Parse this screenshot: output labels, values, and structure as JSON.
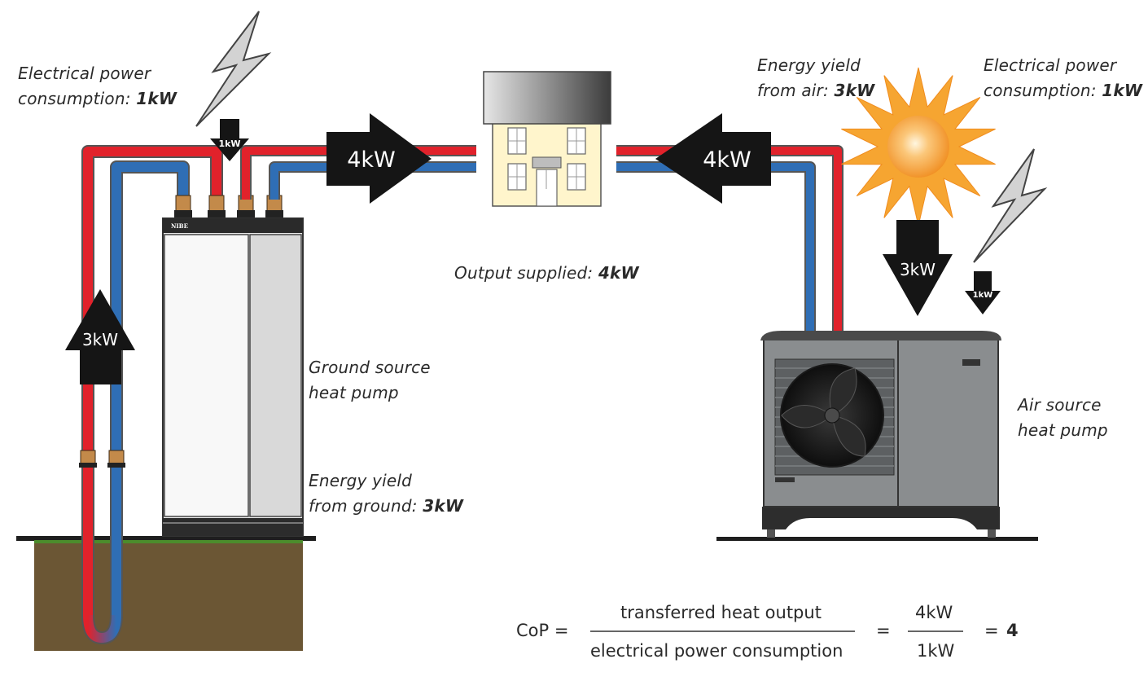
{
  "ground_pump": {
    "elec_label": "Electrical power",
    "elec_prefix": "consumption: ",
    "elec_value": "1kW",
    "small_arrow": "1kW",
    "up_arrow": "3kW",
    "big_arrow": "4kW",
    "brand": "NIBE",
    "name_line1": "Ground source",
    "name_line2": "heat pump",
    "yield_line1": "Energy yield",
    "yield_prefix": "from ground: ",
    "yield_value": "3kW"
  },
  "house": {
    "output_prefix": "Output supplied: ",
    "output_value": "4kW"
  },
  "air_pump": {
    "yield_line1": "Energy yield",
    "yield_prefix": "from air: ",
    "yield_value": "3kW",
    "elec_label": "Electrical power",
    "elec_prefix": "consumption: ",
    "elec_value": "1kW",
    "big_arrow": "4kW",
    "sun_arrow": "3kW",
    "small_arrow": "1kW",
    "name_line1": "Air source",
    "name_line2": "heat pump"
  },
  "formula": {
    "lhs": "CoP =",
    "numerator": "transferred heat output",
    "denominator": "electrical power consumption",
    "eq1": "=",
    "num2": "4kW",
    "den2": "1kW",
    "eq2": "=",
    "result": "4"
  },
  "colors": {
    "hot_pipe": "#e1222b",
    "cold_pipe": "#2f6eb5",
    "arrow": "#151515",
    "ground": "#6b5634",
    "grass": "#4c8c2c",
    "sun": "#f6a531"
  }
}
